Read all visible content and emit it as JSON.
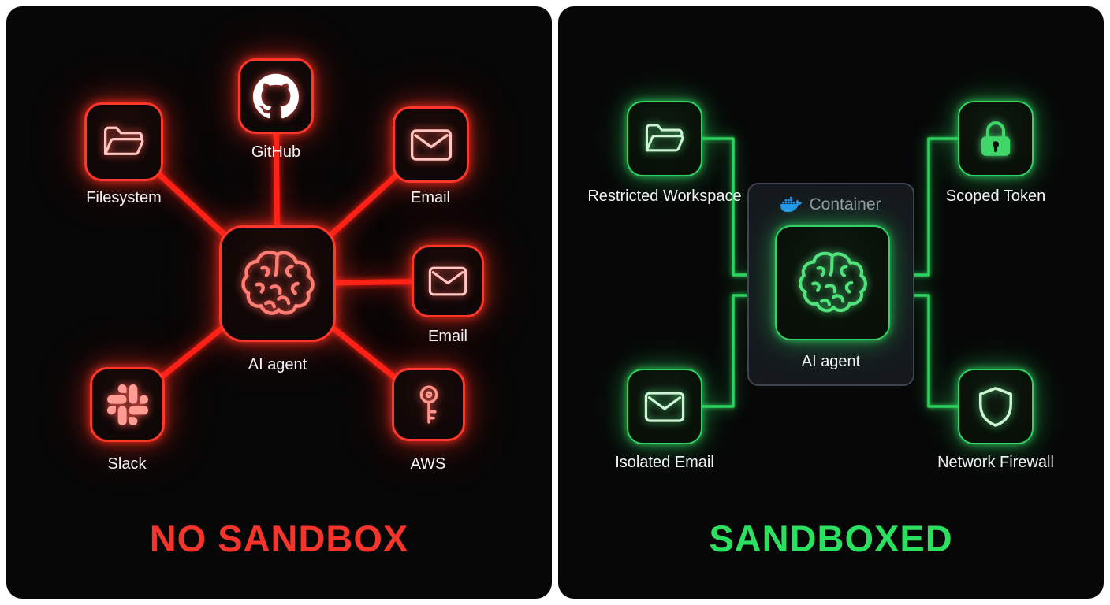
{
  "left_panel": {
    "title": "NO SANDBOX",
    "title_color": "#f5342b",
    "accent_color": "#ff2318",
    "center_node": {
      "label": "AI agent",
      "icon": "brain-icon"
    },
    "nodes": [
      {
        "label": "Filesystem",
        "icon": "folder-icon"
      },
      {
        "label": "GitHub",
        "icon": "github-icon"
      },
      {
        "label": "Email",
        "icon": "envelope-icon"
      },
      {
        "label": "Email",
        "icon": "envelope-icon"
      },
      {
        "label": "Slack",
        "icon": "slack-icon"
      },
      {
        "label": "AWS",
        "icon": "key-icon"
      }
    ]
  },
  "right_panel": {
    "title": "SANDBOXED",
    "title_color": "#2ce05f",
    "accent_color": "#2fd35f",
    "container": {
      "label": "Container",
      "icon": "docker-icon"
    },
    "center_node": {
      "label": "AI agent",
      "icon": "brain-icon"
    },
    "nodes": [
      {
        "label": "Restricted Workspace",
        "icon": "folder-icon"
      },
      {
        "label": "Scoped Token",
        "icon": "lock-icon"
      },
      {
        "label": "Isolated Email",
        "icon": "envelope-icon"
      },
      {
        "label": "Network Firewall",
        "icon": "shield-icon"
      }
    ]
  }
}
